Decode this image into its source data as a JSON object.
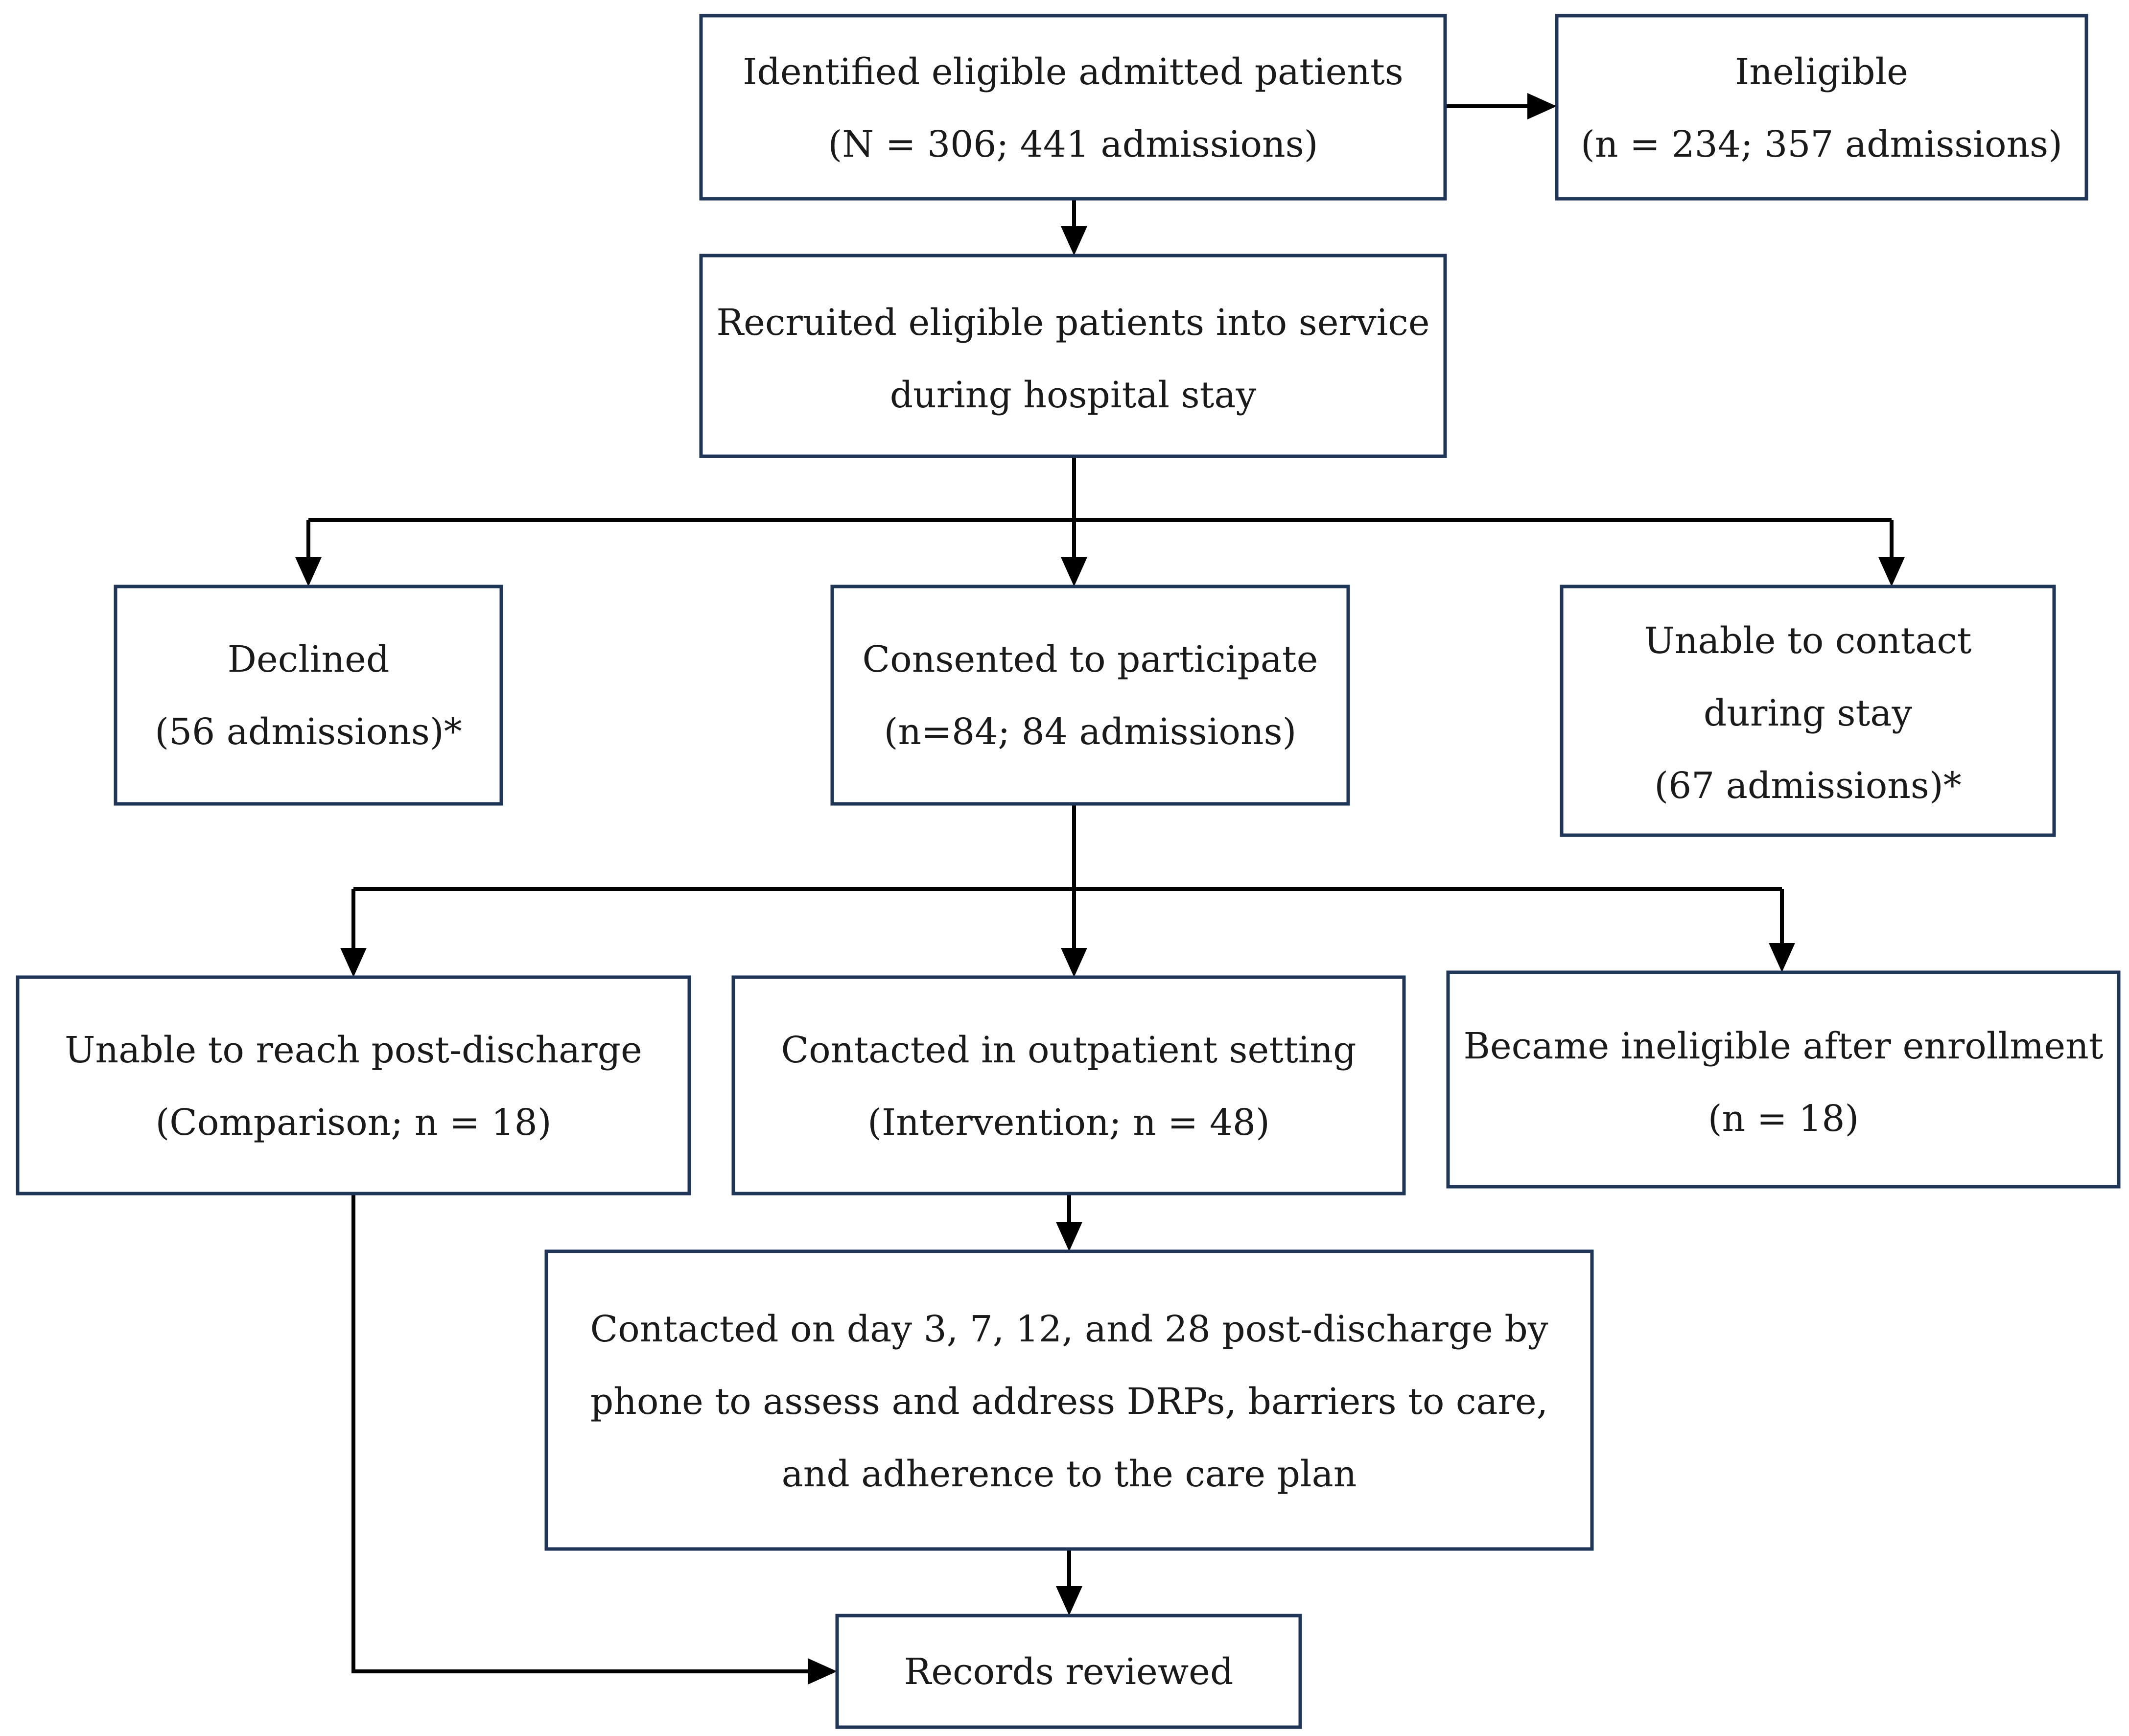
{
  "colors": {
    "box_border": "#1f3658",
    "box_fill": "#ffffff",
    "connector": "#000000",
    "text": "#1a1a1a"
  },
  "nodes": {
    "identified": {
      "lines": [
        "Identified eligible admitted patients",
        "(N = 306; 441 admissions)"
      ]
    },
    "ineligible": {
      "lines": [
        "Ineligible",
        "(n = 234; 357 admissions)"
      ]
    },
    "recruited": {
      "lines": [
        "Recruited eligible patients into service",
        "during hospital stay"
      ]
    },
    "declined": {
      "lines": [
        "Declined",
        "(56 admissions)*"
      ]
    },
    "consented": {
      "lines": [
        "Consented to participate",
        "(n=84; 84 admissions)"
      ]
    },
    "unable_contact": {
      "lines": [
        "Unable to contact",
        "during stay",
        "(67 admissions)*"
      ]
    },
    "unable_reach": {
      "lines": [
        "Unable to reach post-discharge",
        "(Comparison; n = 18)"
      ]
    },
    "contacted_outpatient": {
      "lines": [
        "Contacted in outpatient setting",
        "(Intervention; n = 48)"
      ]
    },
    "became_ineligible": {
      "lines": [
        "Became ineligible after enrollment",
        "(n = 18)"
      ]
    },
    "contacted_days": {
      "lines": [
        "Contacted on day 3, 7, 12, and 28 post-discharge by",
        "phone to assess and address DRPs, barriers to care,",
        "and adherence to the care plan"
      ]
    },
    "records_reviewed": {
      "lines": [
        "Records reviewed"
      ]
    }
  }
}
